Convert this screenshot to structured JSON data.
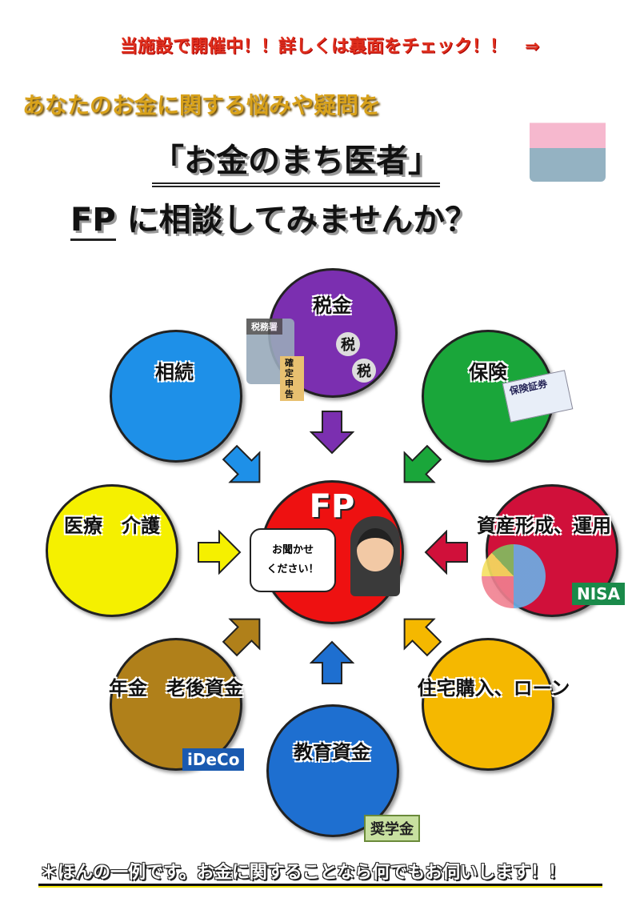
{
  "header": {
    "notice": "当施設で開催中！！詳しくは裏面をチェック！！　⇒",
    "lead": "あなたのお金に関する悩みや疑問を",
    "title_line1": "「お金のまち医者」",
    "title_line2_fp": "FP",
    "title_line2_rest": " に相談してみませんか？"
  },
  "center": {
    "label": "FP",
    "bubble_line1": "お聞かせ",
    "bubble_line2": "ください！"
  },
  "topics": [
    {
      "label": "税金",
      "color": "#7b2fb0"
    },
    {
      "label": "相続",
      "color": "#1e90e8"
    },
    {
      "label": "保険",
      "color": "#1aa63a"
    },
    {
      "label": "医療　介護",
      "color": "#f5f000"
    },
    {
      "label": "資産形成、運用",
      "color": "#d0103a"
    },
    {
      "label": "年金　老後資金",
      "color": "#b0801a"
    },
    {
      "label": "住宅購入、ローン",
      "color": "#f5b800"
    },
    {
      "label": "教育資金",
      "color": "#1e6fd0"
    }
  ],
  "illustration_text": {
    "tax_office": "税務署",
    "tax_bag": "税",
    "tax_return": "確定申告",
    "insurance_cert": "保険証券",
    "nisa": "NISA",
    "ideco": "iDeCo",
    "scholarship": "奨学金"
  },
  "footer": "＊ほんの一例です。お金に関することなら何でもお伺いします！！"
}
